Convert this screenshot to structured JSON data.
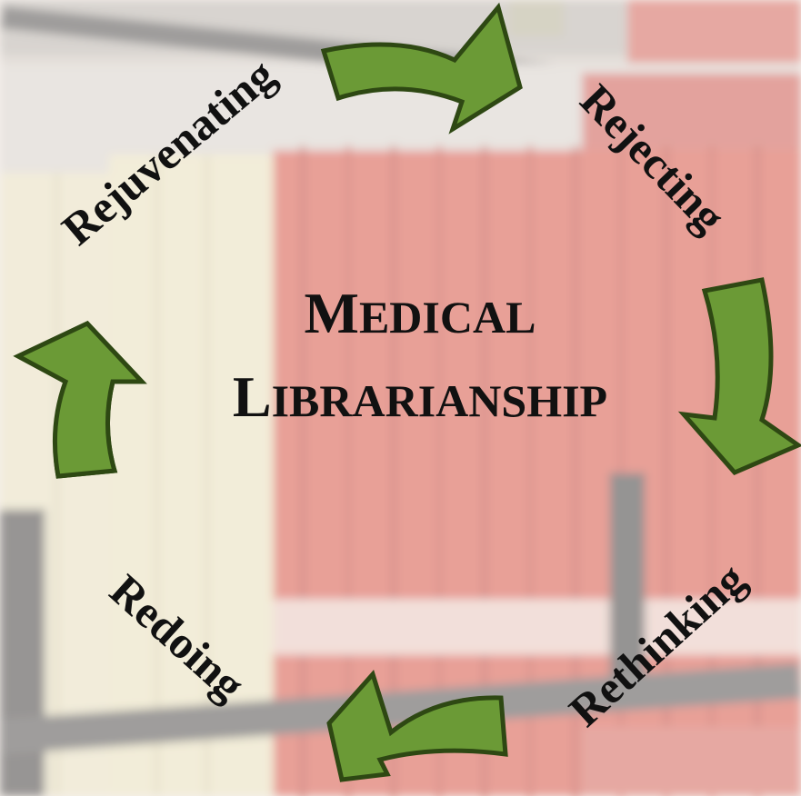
{
  "title": {
    "line1": {
      "first": "M",
      "rest": "EDICAL"
    },
    "line2": {
      "first": "L",
      "rest": "IBRARIANSHIP"
    }
  },
  "cycle_steps": [
    {
      "id": "rejuvenating",
      "label": "Rejuvenating"
    },
    {
      "id": "rejecting",
      "label": "Rejecting"
    },
    {
      "id": "rethinking",
      "label": "Rethinking"
    },
    {
      "id": "redoing",
      "label": "Redoing"
    }
  ],
  "colors": {
    "arrow_fill": "#6b9a36",
    "arrow_stroke": "#2e4813",
    "text": "#111111",
    "book_red": "#d9574c",
    "book_cream": "#e7ddb4",
    "shelf_dark": "#3a3a3a"
  },
  "icons": [
    "arrow-top-right",
    "arrow-right-down",
    "arrow-bottom-left",
    "arrow-left-up"
  ]
}
